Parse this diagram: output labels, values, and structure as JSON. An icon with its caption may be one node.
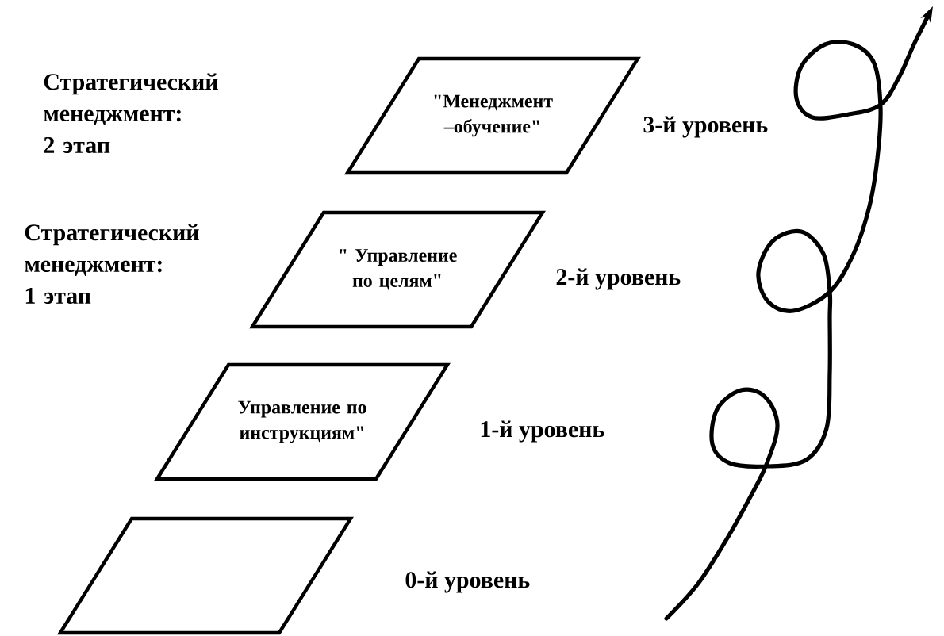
{
  "diagram": {
    "nodes": [
      {
        "text": [
          "\"Менеджмент –обучение\""
        ],
        "beside": [
          "3-й уровень"
        ]
      },
      {
        "text": [
          "\" Управление по целям\""
        ],
        "beside": [
          "2-й уровень"
        ]
      },
      {
        "text": [
          "Управление по инструкциям\""
        ],
        "beside": [
          "1-й уровень"
        ]
      },
      {
        "text": [],
        "shape": "parallelogram",
        "beside": [
          "0-й уровень"
        ]
      }
    ],
    "labels": [
      "Стратегический менеджмент: 2 этап",
      "Стратегический менеджмент: 1 этап"
    ]
  }
}
